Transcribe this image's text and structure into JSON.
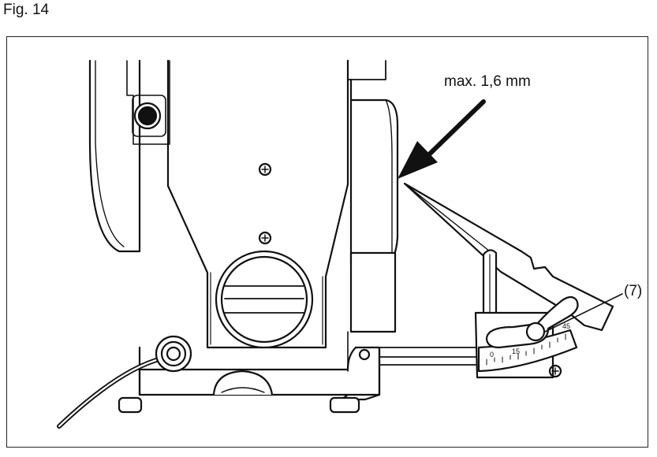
{
  "figure": {
    "label": "Fig. 14"
  },
  "annotations": {
    "gap_label": "max. 1,6 mm",
    "callout_label": "(7)"
  },
  "angle_scale": {
    "tick_labels": [
      "0",
      "15",
      "45"
    ]
  },
  "colors": {
    "line": "#111111",
    "background": "#ffffff"
  }
}
